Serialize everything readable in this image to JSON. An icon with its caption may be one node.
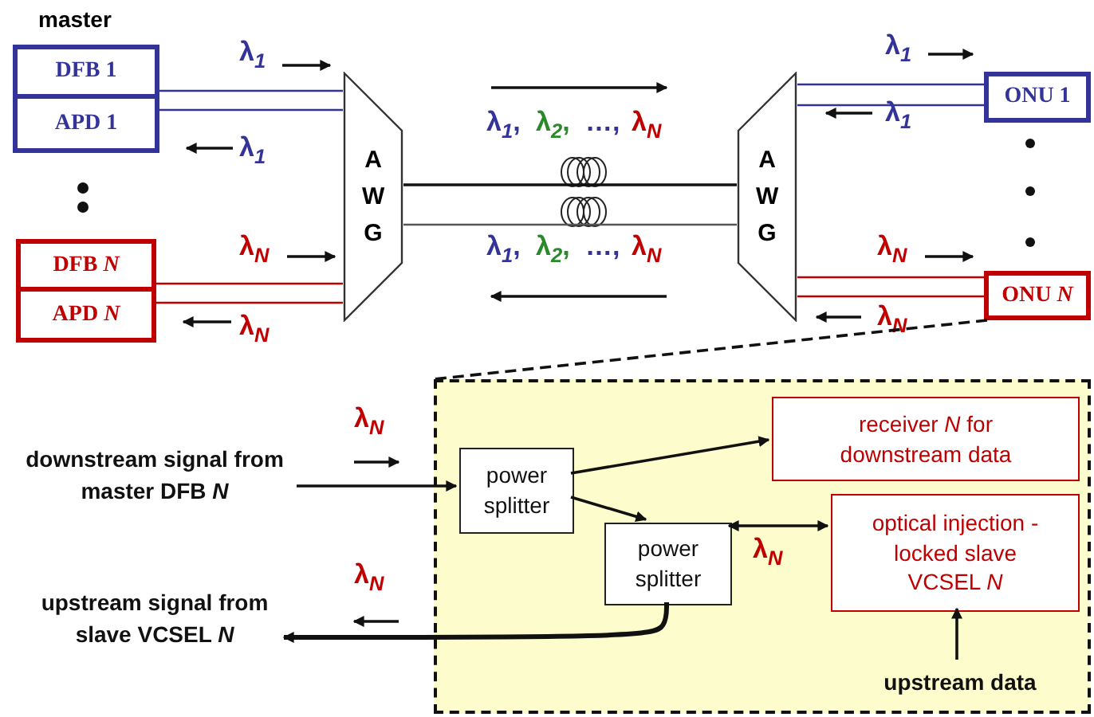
{
  "diagram": {
    "nodes": [
      {
        "text": [
          "DFB 1"
        ],
        "beside": [
          "master"
        ]
      },
      {
        "text": [
          "APD 1"
        ]
      },
      {
        "text": [
          "DFB *N*"
        ]
      },
      {
        "text": [
          "APD *N*"
        ]
      },
      {
        "text": [
          "A W G"
        ]
      },
      {
        "text": [
          "A W G"
        ]
      },
      {
        "text": [
          "ONU 1"
        ]
      },
      {
        "text": [
          "ONU *N*"
        ]
      },
      {
        "text": [],
        "shape": "box"
      },
      {
        "text": [
          "downstream signal from master DFB *N*"
        ]
      },
      {
        "text": [
          "power splitter"
        ],
        "in": 8
      },
      {
        "text": [
          "receiver *N* for downstream data"
        ],
        "in": 8
      },
      {
        "text": [
          "power splitter"
        ],
        "in": 8
      },
      {
        "text": [
          "optical injection -locked slave VCSEL *N*"
        ],
        "in": 8
      },
      {
        "text": [
          "upstream signal from slave VCSEL *N*"
        ]
      },
      {
        "text": [
          "upstream data"
        ],
        "in": 8
      }
    ],
    "edges": [
      {
        "from": 0,
        "to": 4,
        "arrow": "none",
        "color": "#333399"
      },
      {
        "from": 1,
        "to": 4,
        "arrow": "none",
        "color": "#333399"
      },
      {
        "from": 2,
        "to": 4,
        "arrow": "none",
        "color": "#c00000"
      },
      {
        "from": 3,
        "to": 4,
        "arrow": "none",
        "color": "#c00000"
      },
      {
        "from": 4,
        "to": 5,
        "arrow": "none"
      },
      {
        "from": 4,
        "to": 5,
        "arrow": "none",
        "color": "#555555"
      },
      {
        "from": 5,
        "to": 6,
        "arrow": "none",
        "color": "#333399"
      },
      {
        "from": 5,
        "to": 6,
        "arrow": "none",
        "color": "#333399"
      },
      {
        "from": 5,
        "to": 7,
        "arrow": "none",
        "color": "#c00000"
      },
      {
        "from": 5,
        "to": 7,
        "arrow": "none",
        "color": "#c00000"
      },
      {
        "from": 7,
        "to": 8,
        "arrow": "none",
        "style": "dashed"
      },
      {
        "from": 9,
        "to": 10,
        "arrow": "to"
      },
      {
        "from": 10,
        "to": 11,
        "arrow": "to"
      },
      {
        "from": 10,
        "to": 12,
        "arrow": "to"
      },
      {
        "from": 12,
        "to": 13,
        "arrow": "both",
        "label": "λ$_{N}$"
      },
      {
        "from": 12,
        "to": 14,
        "arrow": "to",
        "style": "thick"
      },
      {
        "from": 15,
        "to": 13,
        "arrow": "to"
      }
    ],
    "labels": [
      "λ$_{1}$",
      "λ$_{1}$",
      "λ$_{1}$",
      "λ$_{1}$",
      "λ$_{1}$,",
      "λ$_{2}$,",
      "…,",
      "λ$_{N}$",
      "λ$_{N}$",
      "λ$_{N}$",
      "λ$_{1}$,",
      "λ$_{2}$,",
      "…,",
      "λ$_{N}$",
      "λ$_{N}$",
      "λ$_{N}$",
      "λ$_{N}$",
      "λ$_{N}$"
    ]
  }
}
